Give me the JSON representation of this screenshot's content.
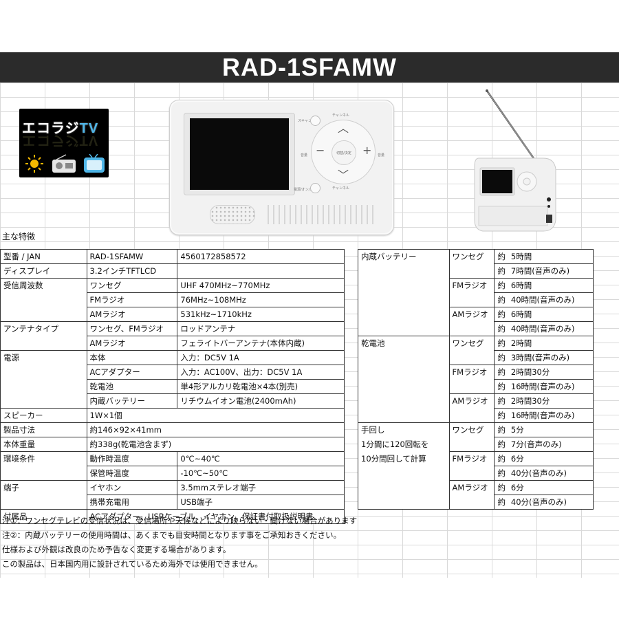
{
  "title": "RAD-1SFAMW",
  "logo": {
    "text_main": "エコラジ",
    "text_tv": "TV"
  },
  "device_labels": {
    "scan": "スキャン",
    "channel_up": "チャンネル",
    "channel_down": "チャンネル",
    "vol_left": "音量",
    "vol_right": "音量",
    "center": "切替/決定",
    "power": "電源/オン/オフ"
  },
  "section_label": "主な特徴",
  "left_table": [
    {
      "c1": "型番 / JAN",
      "c2": "RAD-1SFAMW",
      "c3": "4560172858572"
    },
    {
      "c1": "ディスプレイ",
      "c2": "3.2インチTFTLCD",
      "c3": ""
    },
    {
      "c1": "受信周波数",
      "c2": "ワンセグ",
      "c3": "UHF 470MHz~770MHz"
    },
    {
      "c1": "",
      "c2": "FMラジオ",
      "c3": "76MHz~108MHz"
    },
    {
      "c1": "",
      "c2": "AMラジオ",
      "c3": "531kHz~1710kHz"
    },
    {
      "c1": "アンテナタイプ",
      "c2": "ワンセグ、FMラジオ",
      "c3": "ロッドアンテナ"
    },
    {
      "c1": "",
      "c2": "AMラジオ",
      "c3": "フェライトバーアンテナ(本体内蔵)"
    },
    {
      "c1": "電源",
      "c2": "本体",
      "c3": "入力：DC5V 1A"
    },
    {
      "c1": "",
      "c2": "ACアダプター",
      "c3": "入力：AC100V、出力：DC5V 1A"
    },
    {
      "c1": "",
      "c2": "乾電池",
      "c3": "単4形アルカリ乾電池×4本(別売)"
    },
    {
      "c1": "",
      "c2": "内蔵バッテリー",
      "c3": "リチウムイオン電池(2400mAh)"
    },
    {
      "c1": "スピーカー",
      "c2": "1W×1個",
      "c3": ""
    },
    {
      "c1": "製品寸法",
      "c2": "約146×92×41mm",
      "c3": ""
    },
    {
      "c1": "本体重量",
      "c2": "約338g(乾電池含まず)",
      "c3": ""
    },
    {
      "c1": "環境条件",
      "c2": "動作時温度",
      "c3": "0℃~40℃"
    },
    {
      "c1": "",
      "c2": "保管時温度",
      "c3": "-10℃~50℃"
    },
    {
      "c1": "端子",
      "c2": "イヤホン",
      "c3": "3.5mmステレオ端子"
    },
    {
      "c1": "",
      "c2": "携帯充電用",
      "c3": "USB端子"
    },
    {
      "c1": "付属品",
      "c2": "ACアダプター、USBケーブル、イヤホン、保証書付取扱説明書",
      "c3": ""
    }
  ],
  "right_table": [
    {
      "c1": "内蔵バッテリー",
      "c2": "ワンセグ",
      "c3": "約",
      "c4": "5時間"
    },
    {
      "c1": "",
      "c2": "",
      "c3": "約",
      "c4": "7時間(音声のみ)"
    },
    {
      "c1": "",
      "c2": "FMラジオ",
      "c3": "約",
      "c4": "6時間"
    },
    {
      "c1": "",
      "c2": "",
      "c3": "約",
      "c4": "40時間(音声のみ)"
    },
    {
      "c1": "",
      "c2": "AMラジオ",
      "c3": "約",
      "c4": "6時間"
    },
    {
      "c1": "",
      "c2": "",
      "c3": "約",
      "c4": "40時間(音声のみ)"
    },
    {
      "c1": "乾電池",
      "c2": "ワンセグ",
      "c3": "約",
      "c4": "2時間"
    },
    {
      "c1": "",
      "c2": "",
      "c3": "約",
      "c4": "3時間(音声のみ)"
    },
    {
      "c1": "",
      "c2": "FMラジオ",
      "c3": "約",
      "c4": "2時間30分"
    },
    {
      "c1": "",
      "c2": "",
      "c3": "約",
      "c4": "16時間(音声のみ)"
    },
    {
      "c1": "",
      "c2": "AMラジオ",
      "c3": "約",
      "c4": "2時間30分"
    },
    {
      "c1": "",
      "c2": "",
      "c3": "約",
      "c4": "16時間(音声のみ)"
    },
    {
      "c1": "手回し",
      "c2": "ワンセグ",
      "c3": "約",
      "c4": "5分"
    },
    {
      "c1": "1分間に120回転を",
      "c2": "",
      "c3": "約",
      "c4": "7分(音声のみ)"
    },
    {
      "c1": "10分間回して計算",
      "c2": "FMラジオ",
      "c3": "約",
      "c4": "6分"
    },
    {
      "c1": "",
      "c2": "",
      "c3": "約",
      "c4": "40分(音声のみ)"
    },
    {
      "c1": "",
      "c2": "AMラジオ",
      "c3": "約",
      "c4": "6分"
    },
    {
      "c1": "",
      "c2": "",
      "c3": "約",
      "c4": "40分(音声のみ)"
    }
  ],
  "notes": [
    "注①：ワンセグテレビの受信状況は、受信場所や天候などにより映らない・聞けない場合があります",
    "注②：内蔵バッテリーの使用時間は、あくまでも目安時間となります事をご承知おきください。",
    "仕様および外観は改良のため予告なく変更する場合があります。",
    "この製品は、日本国内用に設計されているため海外では使用できません。"
  ]
}
